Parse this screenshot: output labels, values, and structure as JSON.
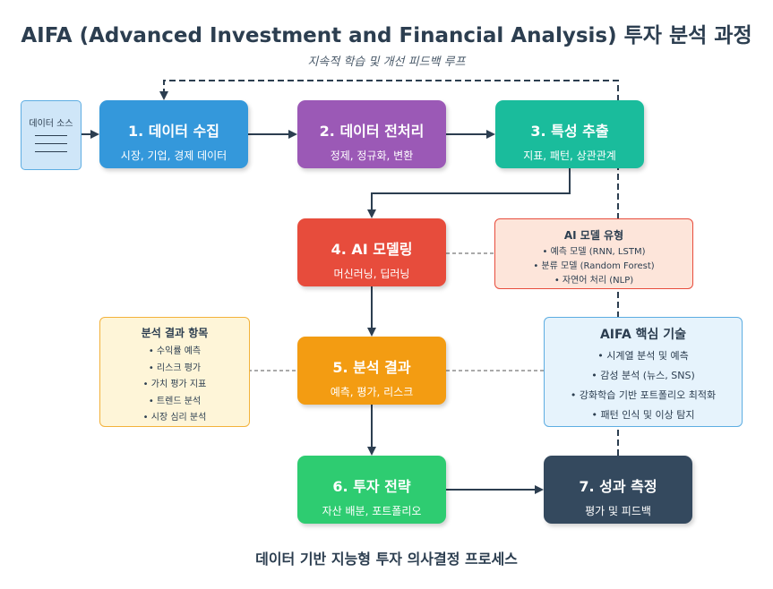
{
  "title": "AIFA (Advanced Investment and Financial Analysis) 투자 분석 과정",
  "subtitle": "지속적 학습 및 개선 피드백 루프",
  "footer": "데이터 기반 지능형 투자 의사결정 프로세스",
  "source": {
    "label": "데이터 소스"
  },
  "steps": [
    {
      "title": "1. 데이터 수집",
      "sub": "시장, 기업, 경제 데이터",
      "color": "#3498db"
    },
    {
      "title": "2. 데이터 전처리",
      "sub": "정제, 정규화, 변환",
      "color": "#9b59b6"
    },
    {
      "title": "3. 특성 추출",
      "sub": "지표, 패턴, 상관관계",
      "color": "#1abc9c"
    },
    {
      "title": "4. AI 모델링",
      "sub": "머신러닝, 딥러닝",
      "color": "#e74c3c"
    },
    {
      "title": "5. 분석 결과",
      "sub": "예측, 평가, 리스크",
      "color": "#f39c12"
    },
    {
      "title": "6. 투자 전략",
      "sub": "자산 배분, 포트폴리오",
      "color": "#2ecc71"
    },
    {
      "title": "7. 성과 측정",
      "sub": "평가 및 피드백",
      "color": "#34495e"
    }
  ],
  "ai_models": {
    "title": "AI 모델 유형",
    "items": [
      "• 예측 모델 (RNN, LSTM)",
      "• 분류 모델 (Random Forest)",
      "• 자연어 처리 (NLP)"
    ]
  },
  "results": {
    "title": "분석 결과 항목",
    "items": [
      "• 수익률 예측",
      "• 리스크 평가",
      "• 가치 평가 지표",
      "• 트렌드 분석",
      "• 시장 심리 분석"
    ]
  },
  "core_tech": {
    "title": "AIFA 핵심 기술",
    "items": [
      "• 시계열 분석 및 예측",
      "• 감성 분석 (뉴스, SNS)",
      "• 강화학습 기반 포트폴리오 최적화",
      "• 패턴 인식 및 이상 탐지"
    ]
  }
}
